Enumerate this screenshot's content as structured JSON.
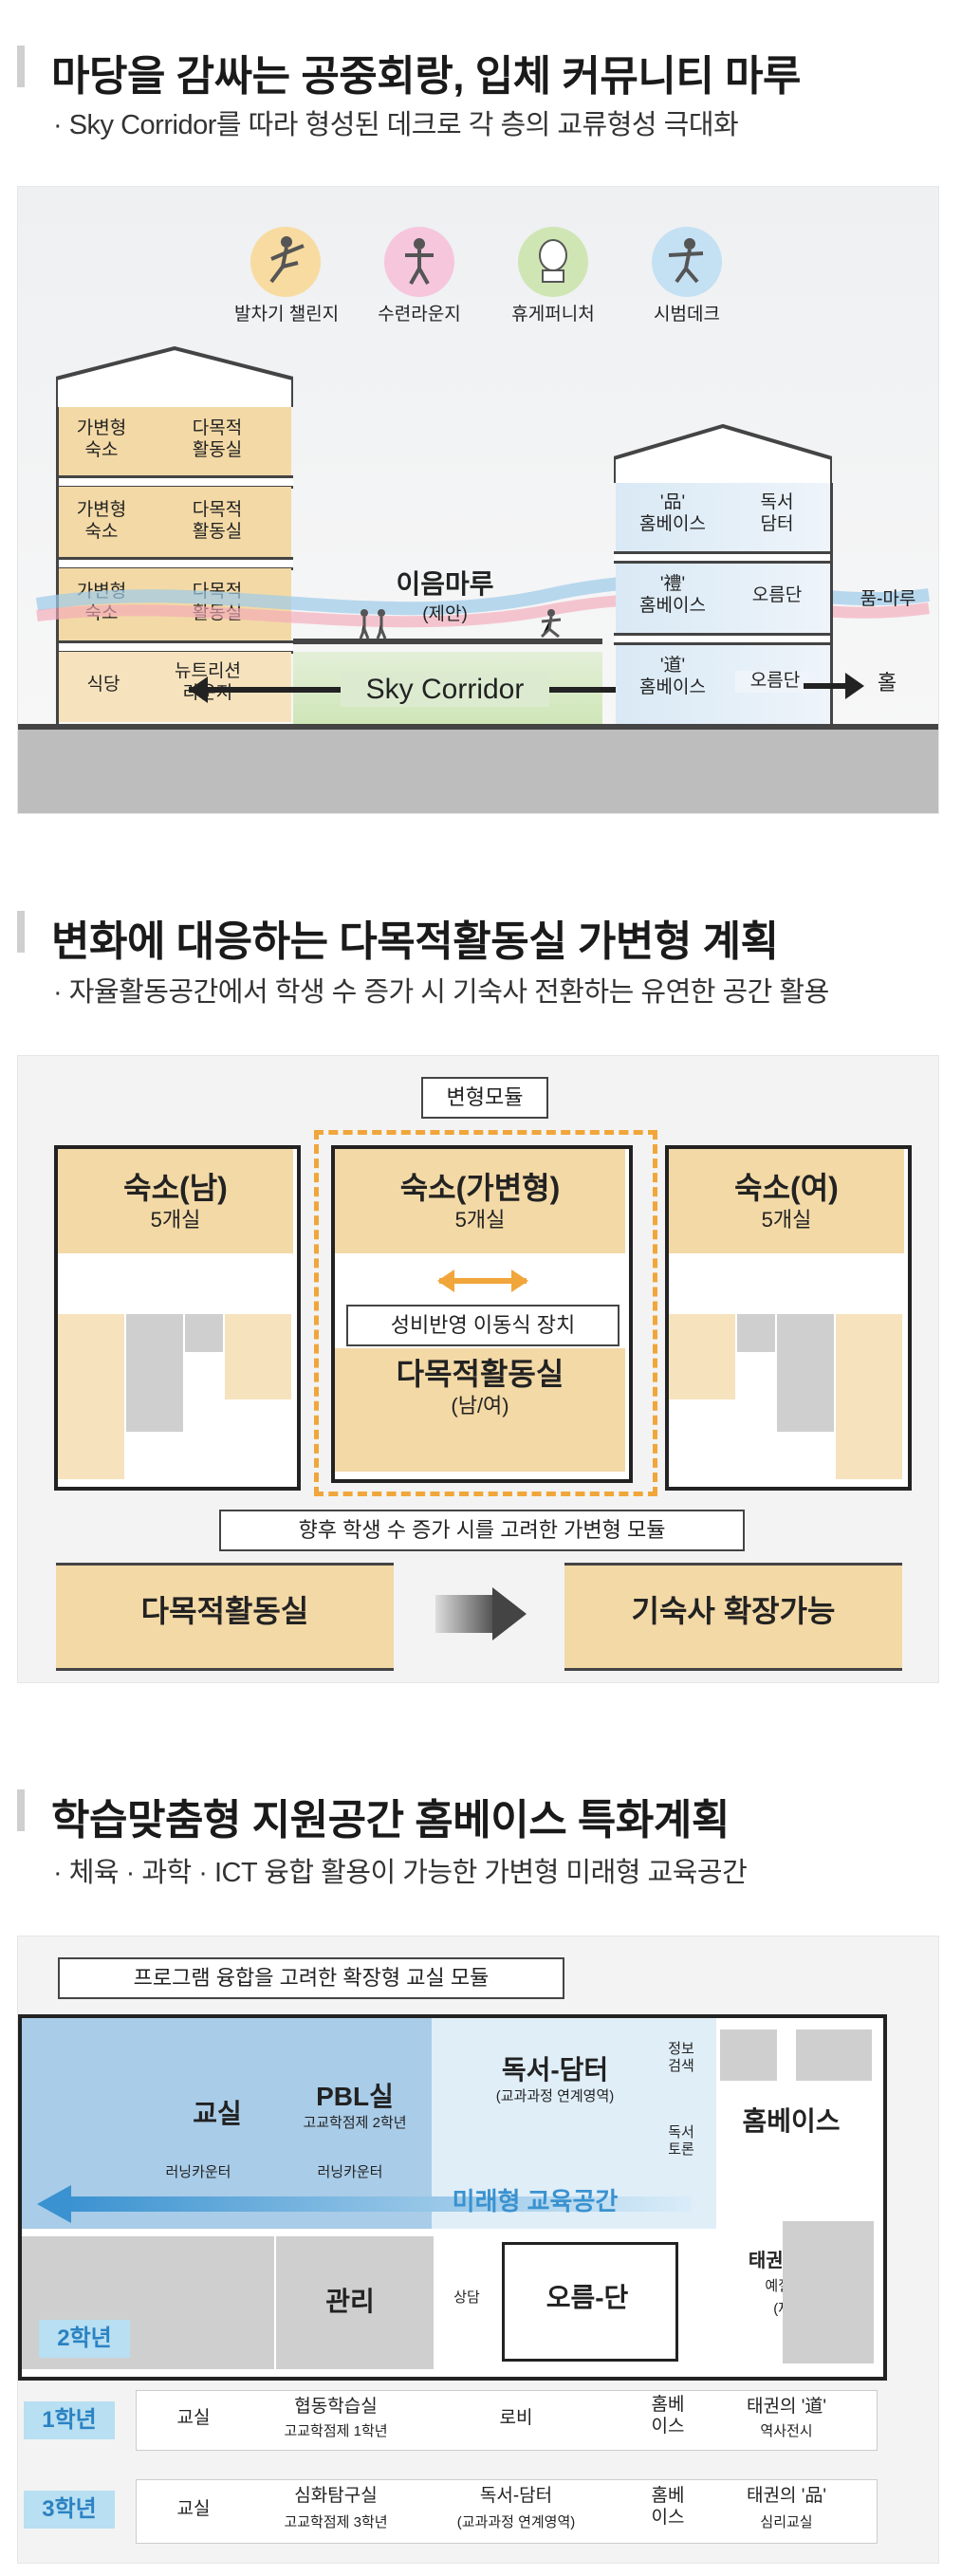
{
  "section1": {
    "title": "마당을 감싸는 공중회랑, 입체 커뮤니티 마루",
    "subtitle": "· Sky Corridor를 따라 형성된 데크로 각 층의 교류형성 극대화",
    "icons": [
      {
        "label": "발차기 챌린지",
        "icon": "kick-figure-icon",
        "color": "#f8dba0"
      },
      {
        "label": "수련라운지",
        "icon": "training-figure-icon",
        "color": "#f6c6dd"
      },
      {
        "label": "휴게퍼니처",
        "icon": "furniture-icon",
        "color": "#cfe6b4"
      },
      {
        "label": "시범데크",
        "icon": "demo-figure-icon",
        "color": "#c4e0f3"
      }
    ],
    "left_building": [
      {
        "a": "가변형\n숙소",
        "b": "다목적\n활동실"
      },
      {
        "a": "가변형\n숙소",
        "b": "다목적\n활동실"
      },
      {
        "a": "가변형\n숙소",
        "b": "다목적\n활동실"
      }
    ],
    "left_ground": {
      "a": "식당",
      "b": "뉴트리션\n라운지"
    },
    "center_title": "이음마루",
    "center_note": "(제안)",
    "corridor_label": "Sky Corridor",
    "right_building": [
      {
        "a": "'品'\n홈베이스",
        "b": "독서\n담터"
      },
      {
        "a": "'禮'\n홈베이스",
        "b": "오름단"
      },
      {
        "a": "'道'\n홈베이스",
        "b": "오름단"
      }
    ],
    "right_outside": "품-마루",
    "right_ground_end": "홀"
  },
  "section2": {
    "title": "변화에 대응하는 다목적활동실 가변형 계획",
    "subtitle": "· 자율활동공간에서 학생 수 증가 시 기숙사 전환하는 유연한 공간 활용",
    "module_tag": "변형모듈",
    "left_room": {
      "name": "숙소(남)",
      "count": "5개실"
    },
    "center_room": {
      "name": "숙소(가변형)",
      "count": "5개실"
    },
    "right_room": {
      "name": "숙소(여)",
      "count": "5개실"
    },
    "device_tag": "성비반영 이동식 장치",
    "activity_room": {
      "name": "다목적활동실",
      "note": "(남/여)"
    },
    "future_tag": "향후 학생 수 증가 시를 고려한 가변형 모듈",
    "before_label": "다목적활동실",
    "after_label": "기숙사 확장가능"
  },
  "section3": {
    "title": "학습맞춤형 지원공간 홈베이스 특화계획",
    "subtitle": "· 체육 · 과학 · ICT 융합 활용이 가능한 가변형 미래형 교육공간",
    "module_tag": "프로그램 융합을 고려한 확장형 교실 모듈",
    "classroom": "교실",
    "pbl": "PBL실",
    "pbl_note": "고교학점제 2학년",
    "learning_counter_1": "러닝카운터",
    "learning_counter_2": "러닝카운터",
    "reading": "독서-담터",
    "reading_note": "(교과과정 연계영역)",
    "info_search": "정보\n검색",
    "reading_discuss": "독서\n토론",
    "homebase": "홈베이스",
    "future_space": "미래형 교육공간",
    "taekwon_ye": "태권의 '禮'",
    "ye_class": "예절교실",
    "ye_note": "(제안)",
    "admin": "관리",
    "consult": "상담",
    "oreum": "오름-단",
    "grade2": "2학년",
    "row1": {
      "grade": "1학년",
      "cells": [
        {
          "main": "교실",
          "sub": ""
        },
        {
          "main": "협동학습실",
          "sub": "고교학점제 1학년"
        },
        {
          "main": "로비",
          "sub": ""
        },
        {
          "main": "홈베\n이스",
          "sub": ""
        },
        {
          "main": "태권의 '道'",
          "sub": "역사전시"
        }
      ]
    },
    "row3": {
      "grade": "3학년",
      "cells": [
        {
          "main": "교실",
          "sub": ""
        },
        {
          "main": "심화탐구실",
          "sub": "고교학점제 3학년"
        },
        {
          "main": "독서-담터",
          "sub": "(교과과정 연계영역)"
        },
        {
          "main": "홈베\n이스",
          "sub": ""
        },
        {
          "main": "태권의 '品'",
          "sub": "심리교실"
        }
      ]
    }
  }
}
